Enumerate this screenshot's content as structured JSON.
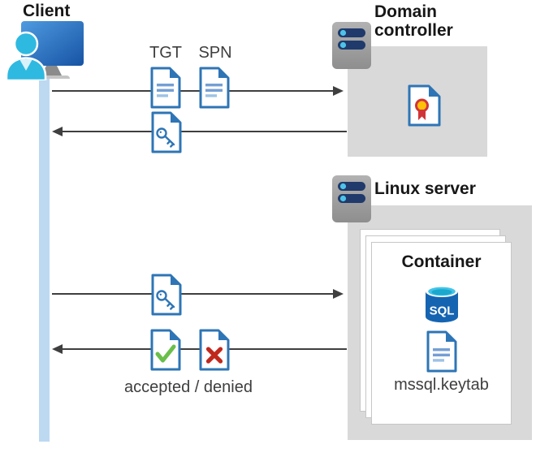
{
  "diagram": {
    "client": {
      "label": "Client"
    },
    "domain_controller": {
      "label_line1": "Domain",
      "label_line2": "controller"
    },
    "linux_server": {
      "label": "Linux server"
    },
    "container": {
      "label": "Container",
      "sql_icon_text": "SQL",
      "keytab_file": "mssql.keytab"
    },
    "messages": {
      "tgt_label": "TGT",
      "spn_label": "SPN",
      "result_label": "accepted / denied"
    }
  },
  "icons": {
    "client": "user-monitor-icon",
    "domain_controller": "server-icon",
    "linux_server": "server-icon",
    "tgt": "document-icon",
    "spn": "document-icon",
    "service_ticket": "key-document-icon",
    "certificate": "certificate-document-icon",
    "accepted": "check-document-icon",
    "denied": "cross-document-icon",
    "sql": "sql-database-icon",
    "keytab": "document-icon"
  },
  "colors": {
    "doc_border_blue": "#2E75B6",
    "doc_line_blue": "#759FD4",
    "doc_line_light_blue": "#9DC3E6",
    "box_gray": "#D9D9D9",
    "card_border_gray": "#C6C6C6",
    "lifeline_blue": "#BDD9F2",
    "arrow_gray": "#3F3F3F",
    "check_green": "#6ABF4B",
    "cross_red": "#C0271D",
    "seal_yellow": "#FFC107",
    "seal_red": "#D13438",
    "sql_body_blue": "#1564B2",
    "sql_top_cyan": "#40C4E8",
    "person_cyan": "#2EB9E1",
    "monitor_blue_light": "#4E9BE0",
    "monitor_blue_dark": "#1753A4",
    "server_gray": "#9E9E9E",
    "server_pill_navy": "#1F3A6B",
    "server_dot_cyan": "#4EC3E9",
    "label_black": "#171717",
    "text_gray": "#3E3E3E"
  }
}
